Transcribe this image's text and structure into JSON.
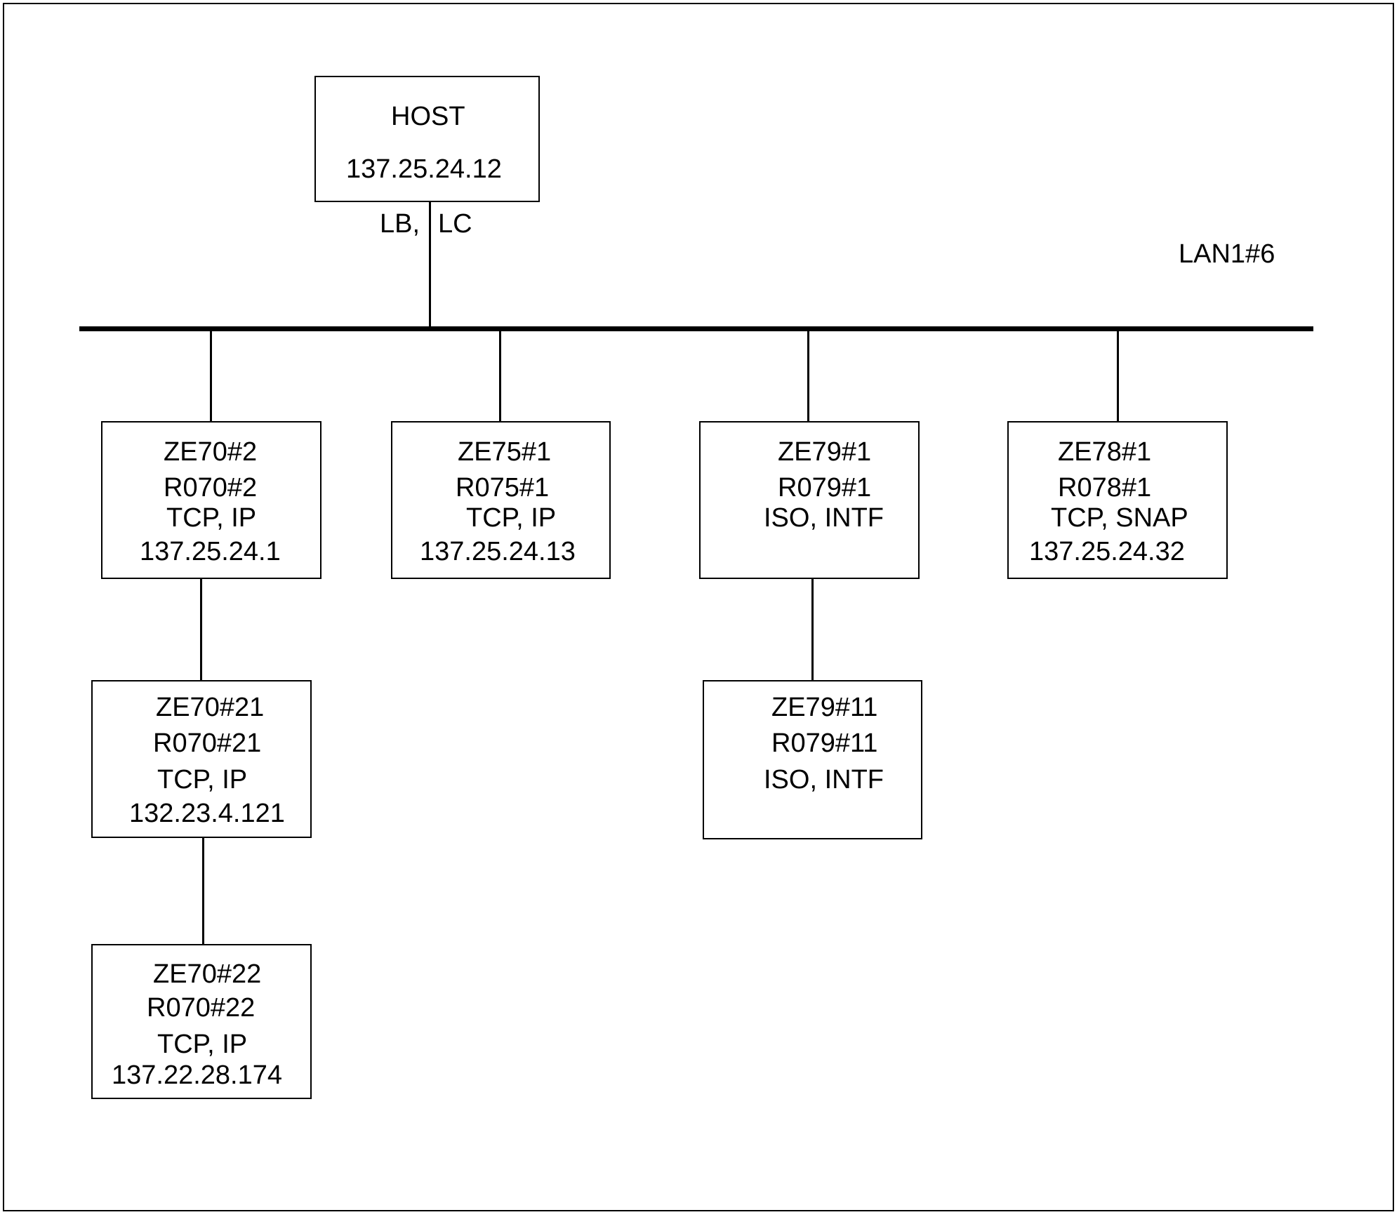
{
  "network": {
    "label": "LAN1#6"
  },
  "host": {
    "name": "HOST",
    "ip": "137.25.24.12",
    "link_left": "LB,",
    "link_right": "LC"
  },
  "nodes": {
    "ze70_2": {
      "name": "ZE70#2",
      "router": "R070#2",
      "protocols": "TCP, IP",
      "ip": "137.25.24.1"
    },
    "ze75_1": {
      "name": "ZE75#1",
      "router": "R075#1",
      "protocols": "TCP, IP",
      "ip": "137.25.24.13"
    },
    "ze79_1": {
      "name": "ZE79#1",
      "router": "R079#1",
      "protocols": "ISO, INTF"
    },
    "ze78_1": {
      "name": "ZE78#1",
      "router": "R078#1",
      "protocols": "TCP, SNAP",
      "ip": "137.25.24.32"
    },
    "ze70_21": {
      "name": "ZE70#21",
      "router": "R070#21",
      "protocols": "TCP, IP",
      "ip": "132.23.4.121"
    },
    "ze79_11": {
      "name": "ZE79#11",
      "router": "R079#11",
      "protocols": "ISO, INTF"
    },
    "ze70_22": {
      "name": "ZE70#22",
      "router": "R070#22",
      "protocols": "TCP, IP",
      "ip": "137.22.28.174"
    }
  }
}
